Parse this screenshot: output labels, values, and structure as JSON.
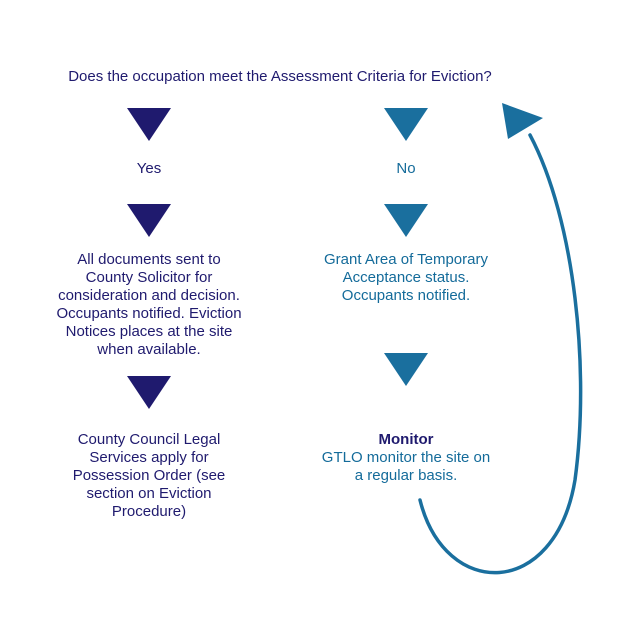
{
  "question": "Does the occupation meet the Assessment Criteria for Eviction?",
  "yes_branch": {
    "label": "Yes",
    "step1": "All documents sent to\nCounty Solicitor for\nconsideration and decision.\nOccupants notified. Eviction\nNotices places at the site\nwhen available.",
    "step2": "County Council Legal\nServices apply for\nPossession Order (see\nsection on Eviction\nProcedure)"
  },
  "no_branch": {
    "label": "No",
    "step1": "Grant Area of Temporary\nAcceptance status.\nOccupants notified.",
    "step2_title": "Monitor",
    "step2": "GTLO monitor the site on\na regular basis."
  },
  "colors": {
    "navy": "#1f1a6e",
    "teal": "#146b9a"
  },
  "icons": {
    "down": "triangle-down-icon",
    "loop": "loop-back-arrow-icon"
  }
}
